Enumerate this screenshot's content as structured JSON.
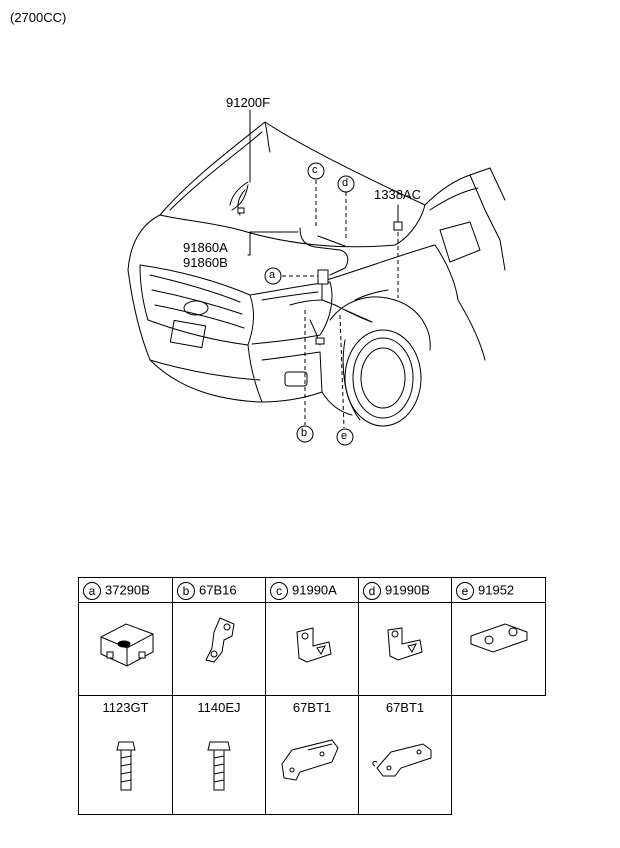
{
  "engine": "(2700CC)",
  "callouts": {
    "harness": "91200F",
    "bracket_a": "91860A",
    "bracket_b": "91860B",
    "bolt": "1338AC",
    "letters": [
      "a",
      "b",
      "c",
      "d",
      "e"
    ]
  },
  "parts_table": {
    "row1": [
      {
        "letter": "a",
        "part": "37290B"
      },
      {
        "letter": "b",
        "part": "67B16"
      },
      {
        "letter": "c",
        "part": "91990A"
      },
      {
        "letter": "d",
        "part": "91990B"
      },
      {
        "letter": "e",
        "part": "91952"
      }
    ],
    "row2": [
      {
        "part": "1123GT"
      },
      {
        "part": "1140EJ"
      },
      {
        "part": "67BT1"
      },
      {
        "part": "67BT1"
      }
    ]
  }
}
